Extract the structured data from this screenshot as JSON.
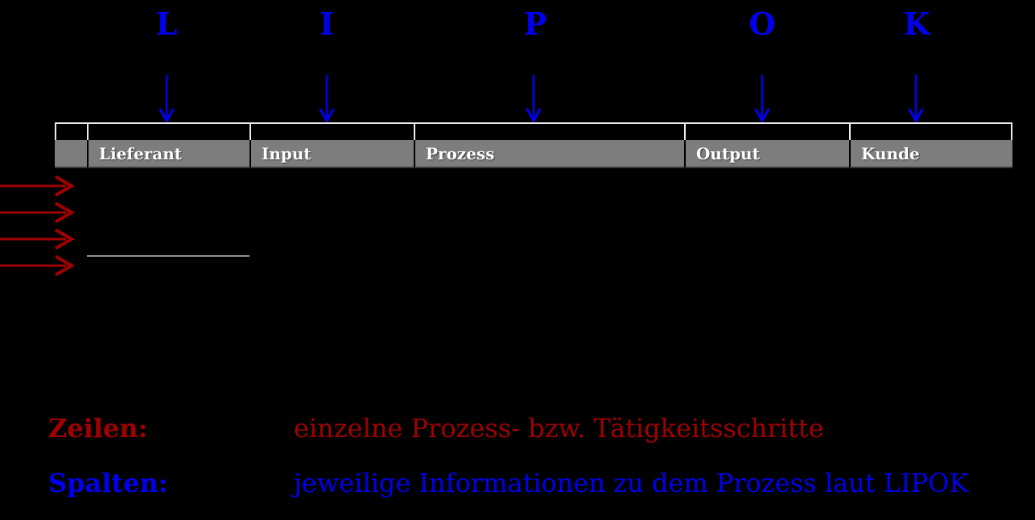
{
  "diagram": {
    "title_acronym": "LIPOK",
    "letters": [
      "L",
      "I",
      "P",
      "O",
      "K"
    ],
    "table": {
      "headers": [
        "Lieferant",
        "Input",
        "Prozess",
        "Output",
        "Kunde"
      ]
    },
    "legend": [
      {
        "term": "Zeilen:",
        "description": "einzelne Prozess- bzw. Tätigkeitsschritte"
      },
      {
        "term": "Spalten:",
        "description": "jeweilige Informationen zu dem Prozess laut LIPOK"
      }
    ],
    "colors": {
      "background": "#000000",
      "accent_blue": "#0000ee",
      "accent_red": "#a00000",
      "header_gray": "#7d7d7d",
      "header_text": "#ffffff",
      "border_white": "#ececec",
      "underline_gray": "#8f8f8f"
    }
  }
}
